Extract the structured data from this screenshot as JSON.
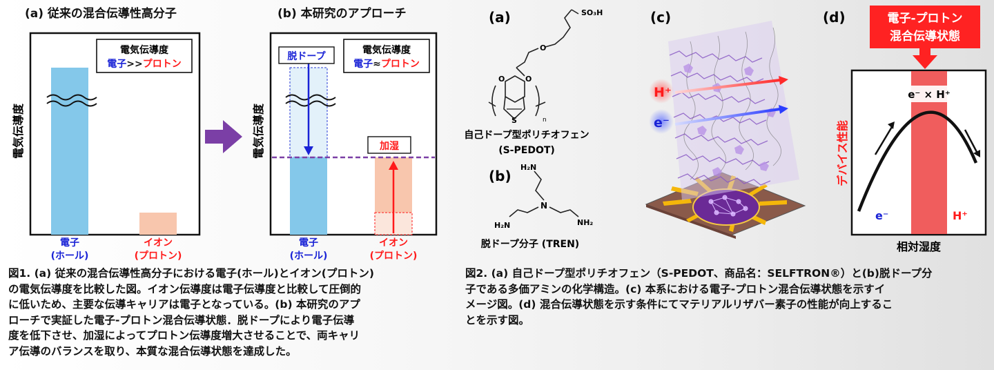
{
  "fig1": {
    "panel_a": {
      "title": "(a) 従来の混合伝導性高分子",
      "legend_title": "電気伝導度",
      "legend_e": "電子",
      "legend_sep": ">>",
      "legend_p": "プロトン",
      "ylabel": "電気伝導度",
      "cat1_line1": "電子",
      "cat1_line2": "(ホール)",
      "cat2_line1": "イオン",
      "cat2_line2": "(プロトン)"
    },
    "panel_b": {
      "title": "(b) 本研究のアプローチ",
      "legend_title": "電気伝導度",
      "legend_e": "電子",
      "legend_sep": "≈",
      "legend_p": "プロトン",
      "ylabel": "電気伝導度",
      "dedope": "脱ドープ",
      "humid": "加湿",
      "cat1_line1": "電子",
      "cat1_line2": "(ホール)",
      "cat2_line1": "イオン",
      "cat2_line2": "(プロトン)"
    },
    "caption": [
      "図1. (a) 従来の混合伝導性高分子における電子(ホール)とイオン(プロトン)",
      "の電気伝導度を比較した図。イオン伝導度は電子伝導度と比較して圧倒的",
      "に低いため、主要な伝導キャリアは電子となっている。(b) 本研究のアプ",
      "ローチで実証した電子-プロトン混合伝導状態．脱ドープにより電子伝導",
      "度を低下させ、加湿によってプロトン伝導度増大させることで、両キャリ",
      "ア伝導のバランスを取り、本質な混合伝導状態を達成した。"
    ]
  },
  "fig2": {
    "label_a": "(a)",
    "label_b": "(b)",
    "label_c": "(c)",
    "label_d": "(d)",
    "sso3h": "SO₃H",
    "n_sub": "n",
    "s_atom": "S",
    "o_atom": "O",
    "n_atom": "N",
    "nh2": "NH₂",
    "h2n": "H₂N",
    "name_a_line1": "自己ドープ型ポリチオフェン",
    "name_a_line2": "(S-PEDOT)",
    "name_b": "脱ドープ分子 (TREN)",
    "h_label": "H⁺",
    "e_label": "e⁻",
    "d_banner_line1": "電子-プロトン",
    "d_banner_line2": "混合伝導状態",
    "d_ylabel": "デバイス性能",
    "d_xlabel": "相対湿度",
    "d_peak": "e⁻ × H⁺",
    "d_left": "e⁻",
    "d_right": "H⁺",
    "caption": [
      "図2. (a) 自己ドープ型ポリチオフェン（S-PEDOT、商品名：SELFTRON®）と(b)脱ドープ分",
      "子である多価アミンの化学構造。(c) 本系における電子-プロトン混合伝導状態を示すイ",
      "メージ図。(d) 混合伝導状態を示す条件にてマテリアルリザバー素子の性能が向上するこ",
      "とを示す図。"
    ]
  },
  "colors": {
    "electron": "#1a23d6",
    "proton": "#ff1a1a",
    "bar_electron": "#84c8ea",
    "bar_proton": "#f8c6ad",
    "arrow_purple": "#7b3fa6",
    "banner_red": "#ff2222",
    "band_red": "#ee4b4b"
  }
}
